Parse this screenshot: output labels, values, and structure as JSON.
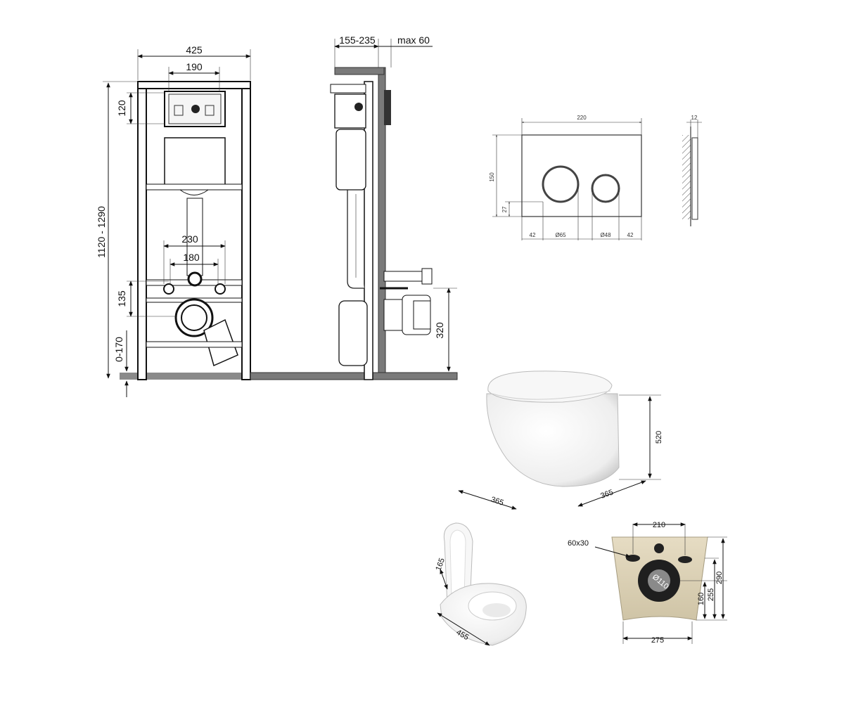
{
  "front_view": {
    "dims": {
      "width_total": "425",
      "panel_width": "190",
      "panel_height": "120",
      "height_range": "1120 - 1290",
      "bolt_spacing_outer": "230",
      "bolt_spacing_inner": "180",
      "outlet_height": "135",
      "floor_adjust": "0-170"
    }
  },
  "side_view": {
    "dims": {
      "depth_range": "155-235",
      "max_offset": "max 60",
      "outlet_elevation": "320"
    }
  },
  "flush_plate": {
    "dims": {
      "width": "220",
      "thickness": "12",
      "height": "150",
      "button_offset": "27",
      "edge_left": "42",
      "big_button": "Ø65",
      "small_button": "Ø48",
      "edge_right": "42"
    }
  },
  "toilet_bowl": {
    "dims": {
      "height": "520",
      "depth": "365",
      "width": "365"
    }
  },
  "toilet_open": {
    "dims": {
      "seat_gap": "165",
      "length": "455"
    }
  },
  "bowl_back": {
    "dims": {
      "mount_spacing": "210",
      "slot_size": "60x30",
      "outlet_diameter": "Ø110",
      "h_inner": "160",
      "h_mid": "255",
      "h_outer": "290",
      "bottom_width": "275"
    }
  },
  "colors": {
    "wall": "#7a7a7a",
    "line": "#111111",
    "ceramic_back": "#d8cfb8"
  }
}
